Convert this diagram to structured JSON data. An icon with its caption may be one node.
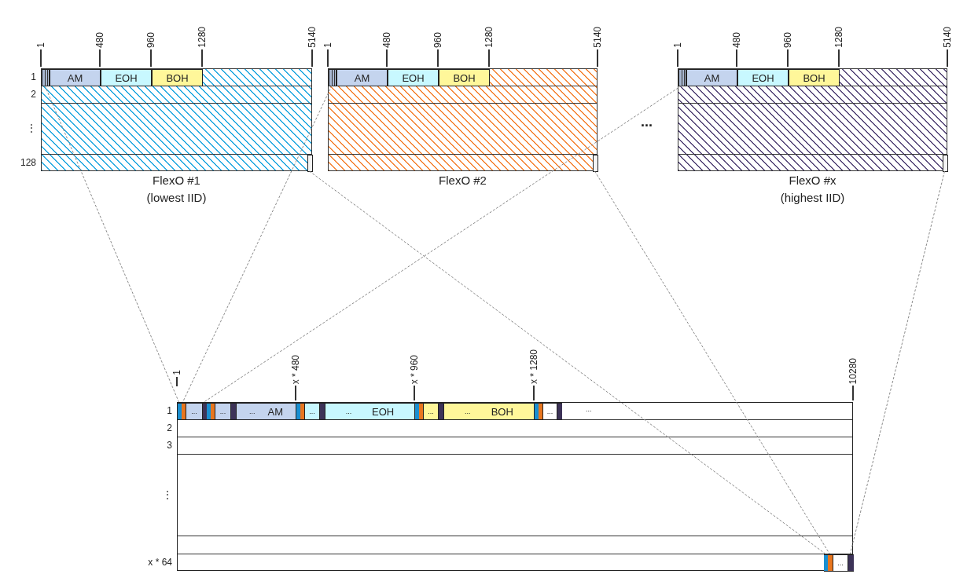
{
  "diagram": {
    "nodes": [
      {
        "text": [
          "FlexO #1",
          "(lowest IID)"
        ]
      },
      {
        "text": [],
        "shape": "box",
        "in": 0
      },
      {
        "text": [
          "AM"
        ],
        "in": 0
      },
      {
        "text": [
          "EOH"
        ],
        "in": 0
      },
      {
        "text": [
          "BOH"
        ],
        "in": 0
      },
      {
        "text": [],
        "shape": "box",
        "in": 0
      },
      {
        "text": [
          "FlexO #2"
        ]
      },
      {
        "text": [],
        "shape": "box",
        "in": 6
      },
      {
        "text": [
          "AM"
        ],
        "in": 6
      },
      {
        "text": [
          "EOH"
        ],
        "in": 6
      },
      {
        "text": [
          "BOH"
        ],
        "in": 6
      },
      {
        "text": [],
        "shape": "box",
        "in": 6
      },
      {
        "text": [
          "FlexO #x",
          "(highest IID)"
        ]
      },
      {
        "text": [],
        "shape": "box",
        "in": 12
      },
      {
        "text": [
          "AM"
        ],
        "in": 12
      },
      {
        "text": [
          "EOH"
        ],
        "in": 12
      },
      {
        "text": [
          "BOH"
        ],
        "in": 12
      },
      {
        "text": [],
        "shape": "box",
        "in": 12
      },
      {
        "text": [],
        "shape": "box"
      },
      {
        "text": [],
        "shape": "bar",
        "in": 18
      },
      {
        "text": [],
        "shape": "bar",
        "in": 18
      },
      {
        "text": [
          "..."
        ],
        "in": 18
      },
      {
        "text": [],
        "shape": "bar",
        "in": 18
      },
      {
        "text": [],
        "shape": "bar",
        "in": 18
      },
      {
        "text": [],
        "shape": "bar",
        "in": 18
      },
      {
        "text": [
          "..."
        ],
        "in": 18
      },
      {
        "text": [],
        "shape": "bar",
        "in": 18
      },
      {
        "text": [
          "...",
          "AM"
        ],
        "in": 18
      },
      {
        "text": [],
        "shape": "bar",
        "in": 18
      },
      {
        "text": [],
        "shape": "bar",
        "in": 18
      },
      {
        "text": [
          "..."
        ],
        "in": 18
      },
      {
        "text": [],
        "shape": "bar",
        "in": 18
      },
      {
        "text": [
          "...",
          "EOH"
        ],
        "in": 18
      },
      {
        "text": [],
        "shape": "bar",
        "in": 18
      },
      {
        "text": [],
        "shape": "bar",
        "in": 18
      },
      {
        "text": [
          "..."
        ],
        "in": 18
      },
      {
        "text": [],
        "shape": "bar",
        "in": 18
      },
      {
        "text": [
          "...",
          "BOH"
        ],
        "in": 18
      },
      {
        "text": [],
        "shape": "bar",
        "in": 18
      },
      {
        "text": [],
        "shape": "bar",
        "in": 18
      },
      {
        "text": [
          "..."
        ],
        "in": 18
      },
      {
        "text": [],
        "shape": "bar",
        "in": 18
      },
      {
        "text": [],
        "shape": "bar",
        "in": 18
      },
      {
        "text": [],
        "shape": "bar",
        "in": 18
      },
      {
        "text": [
          "..."
        ],
        "in": 18
      },
      {
        "text": [],
        "shape": "bar",
        "in": 18
      }
    ],
    "edges": [
      {
        "from": 1,
        "to": 19,
        "arrow": "none",
        "style": "dashed"
      },
      {
        "from": 7,
        "to": 20,
        "arrow": "none",
        "style": "dashed"
      },
      {
        "from": 13,
        "to": 22,
        "arrow": "none",
        "style": "dashed"
      },
      {
        "from": 5,
        "to": 42,
        "arrow": "none",
        "style": "dashed"
      },
      {
        "from": 11,
        "to": 43,
        "arrow": "none",
        "style": "dashed"
      },
      {
        "from": 17,
        "to": 45,
        "arrow": "none",
        "style": "dashed"
      }
    ],
    "labels": [
      "1",
      "480",
      "960",
      "1280",
      "5140",
      "1",
      "480",
      "960",
      "1280",
      "5140",
      "1",
      "480",
      "960",
      "1280",
      "5140",
      "1",
      "2",
      "⋮",
      "128",
      "...",
      "1",
      "x * 480",
      "x * 960",
      "x * 1280",
      "10280",
      "...",
      "1",
      "2",
      "3",
      "⋮",
      "x * 64"
    ]
  }
}
